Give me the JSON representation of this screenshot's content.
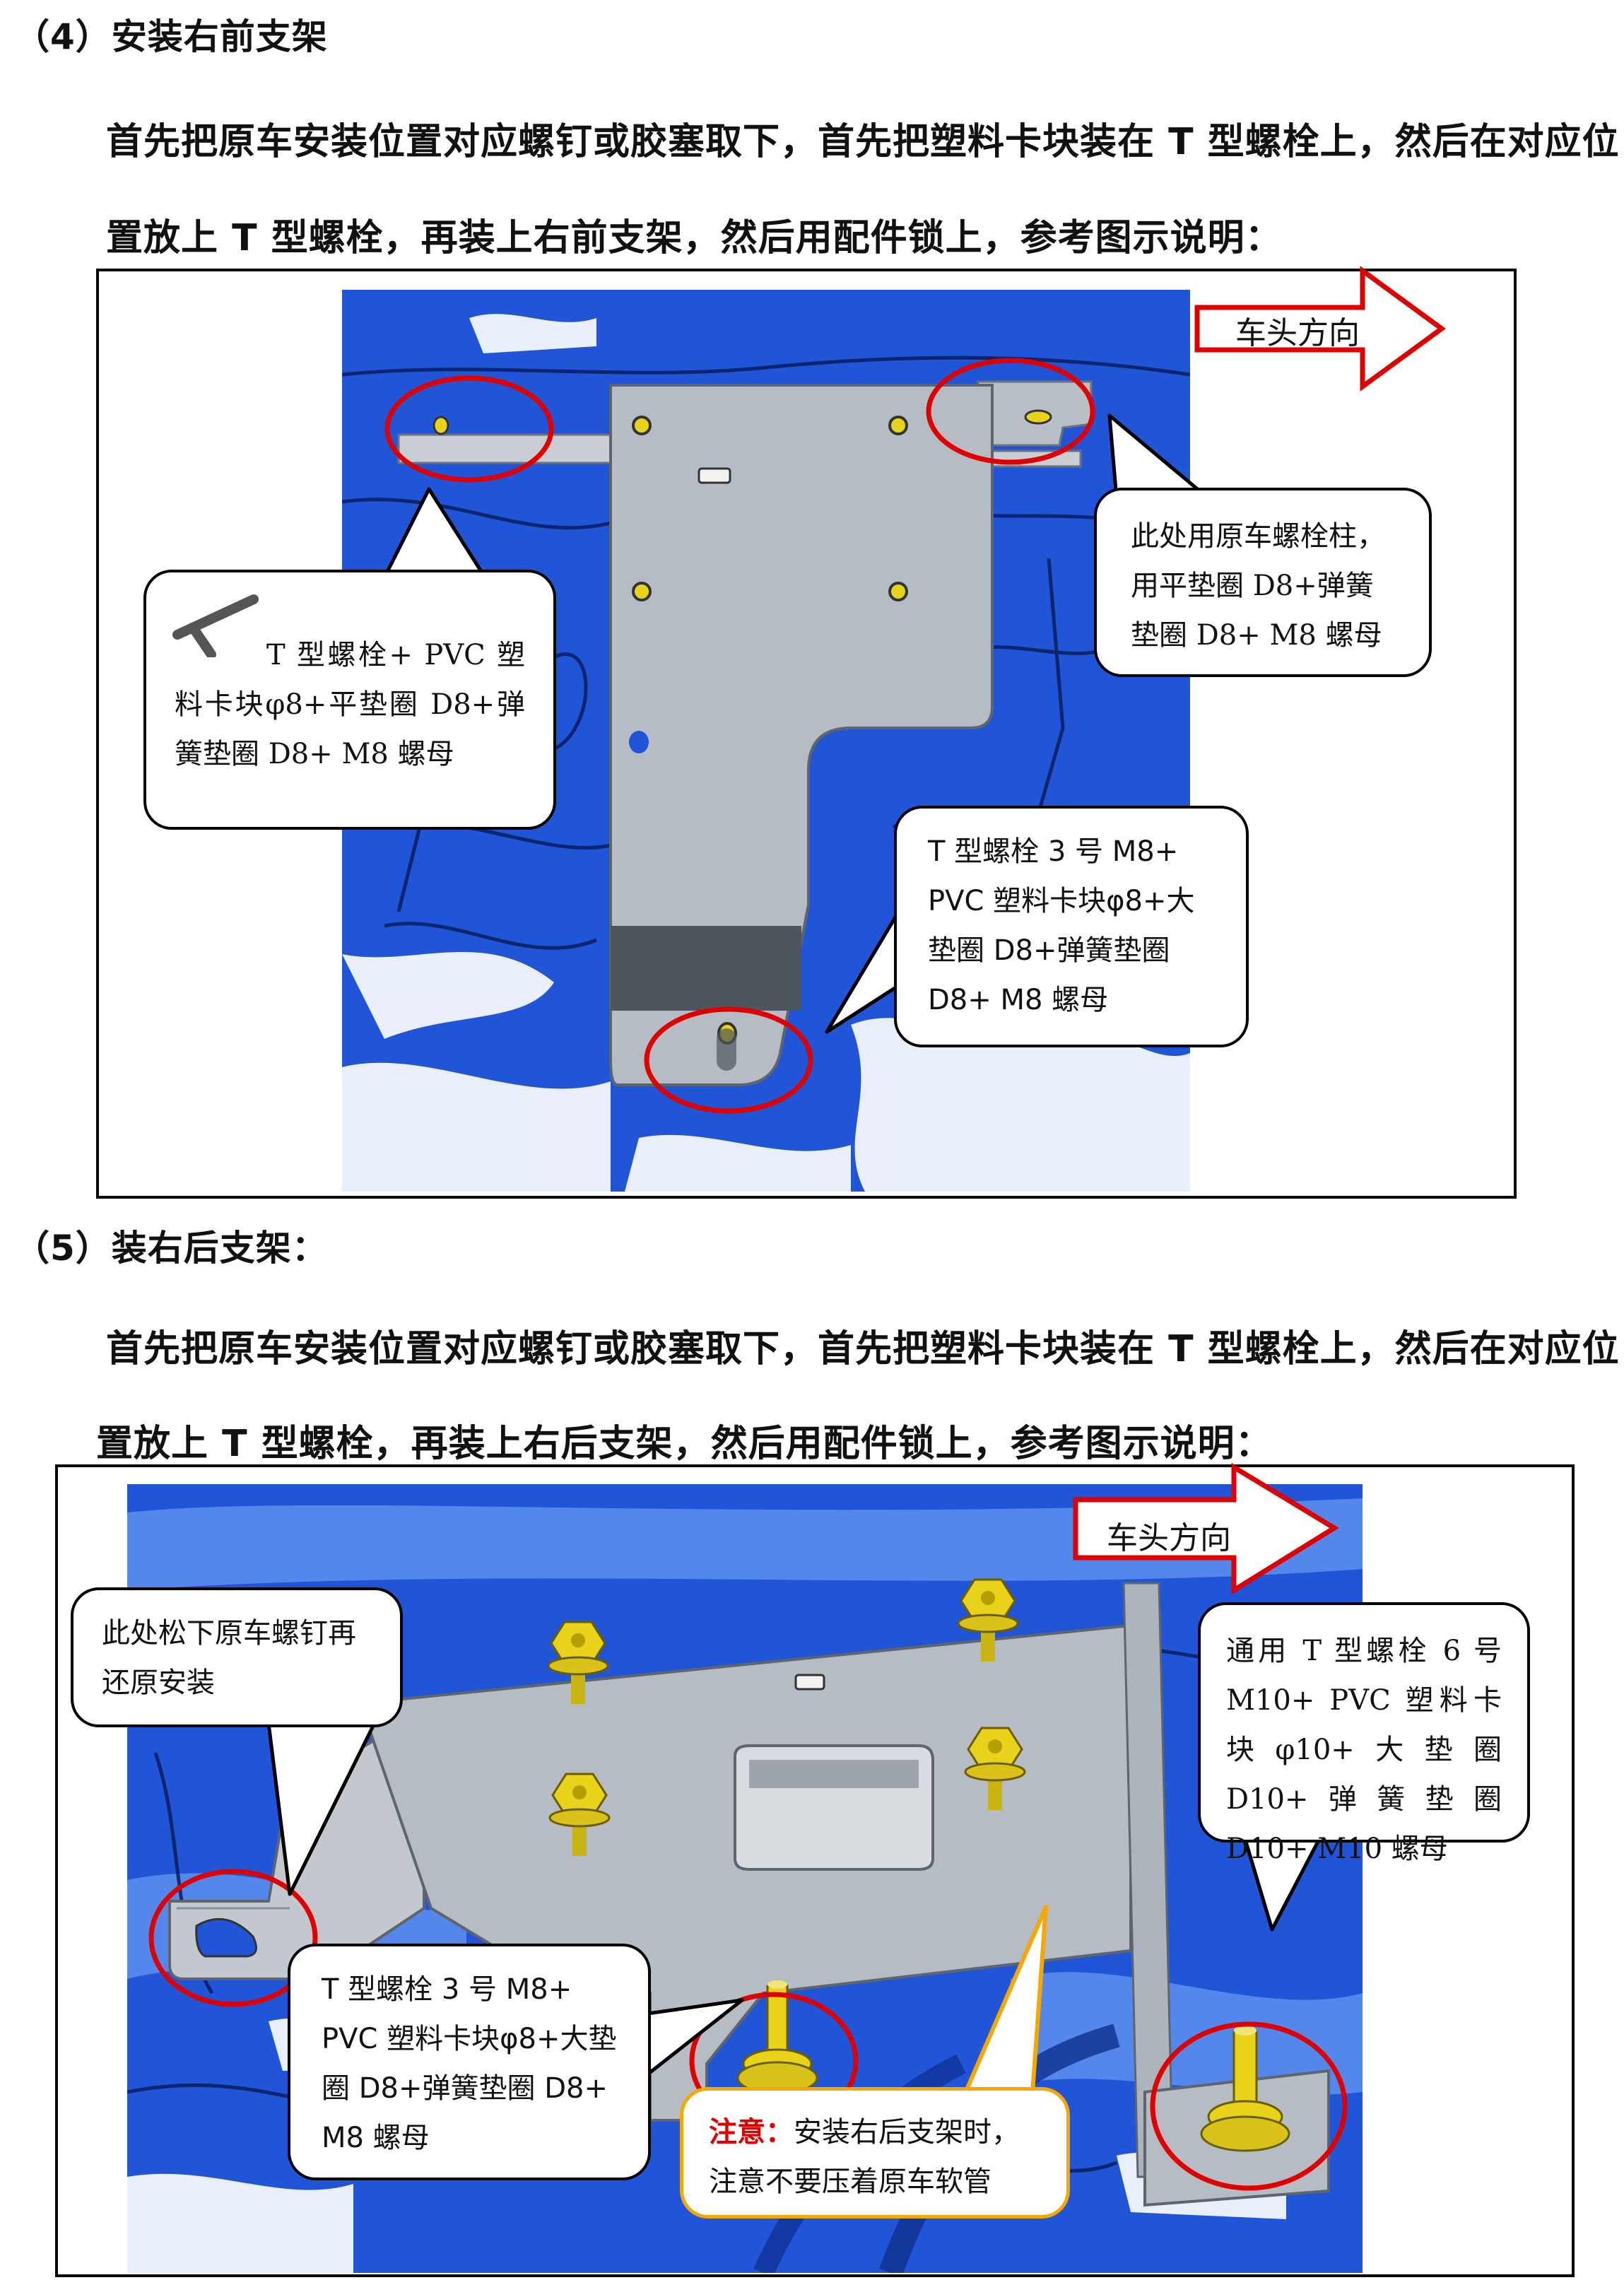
{
  "section4": {
    "heading": "（4）安装右前支架",
    "para_line1": "首先把原车安装位置对应螺钉或胶塞取下，首先把塑料卡块装在 T 型螺栓上，然后在对应位",
    "para_line2": "置放上 T 型螺栓，再装上右前支架，然后用配件锁上，参考图示说明：",
    "direction": "车头方向",
    "callout_left": "T 型螺栓+ PVC 塑料卡块φ8+平垫圈 D8+弹簧垫圈 D8+ M8 螺母",
    "callout_right": "此处用原车螺栓柱，用平垫圈 D8+弹簧垫圈 D8+ M8 螺母",
    "callout_bottom": "T 型螺栓 3 号 M8+ PVC 塑料卡块φ8+大垫圈 D8+弹簧垫圈 D8+ M8 螺母"
  },
  "section5": {
    "heading": "（5）装右后支架：",
    "para_line1": "首先把原车安装位置对应螺钉或胶塞取下，首先把塑料卡块装在 T 型螺栓上，然后在对应位",
    "para_line2": "置放上 T 型螺栓，再装上右后支架，然后用配件锁上，参考图示说明：",
    "direction": "车头方向",
    "callout_left": "此处松下原车螺钉再还原安装",
    "callout_right": "通用 T 型螺栓 6 号 M10+ PVC 塑料卡块φ10+大垫圈 D10+弹簧垫圈 D10+ M10 螺母",
    "callout_bottom": "T 型螺栓 3 号 M8+ PVC 塑料卡块φ8+大垫圈 D8+弹簧垫圈 D8+ M8 螺母",
    "warning_title": "注意：",
    "warning_text": "安装右后支架时，注意不要压着原车软管"
  },
  "colors": {
    "scene_blue": "#1f55d6",
    "bracket_grey": "#b6bcc4",
    "highlight_red": "#e00000",
    "bolt_yellow": "#e8d21a",
    "warning_orange": "#f5a800"
  }
}
